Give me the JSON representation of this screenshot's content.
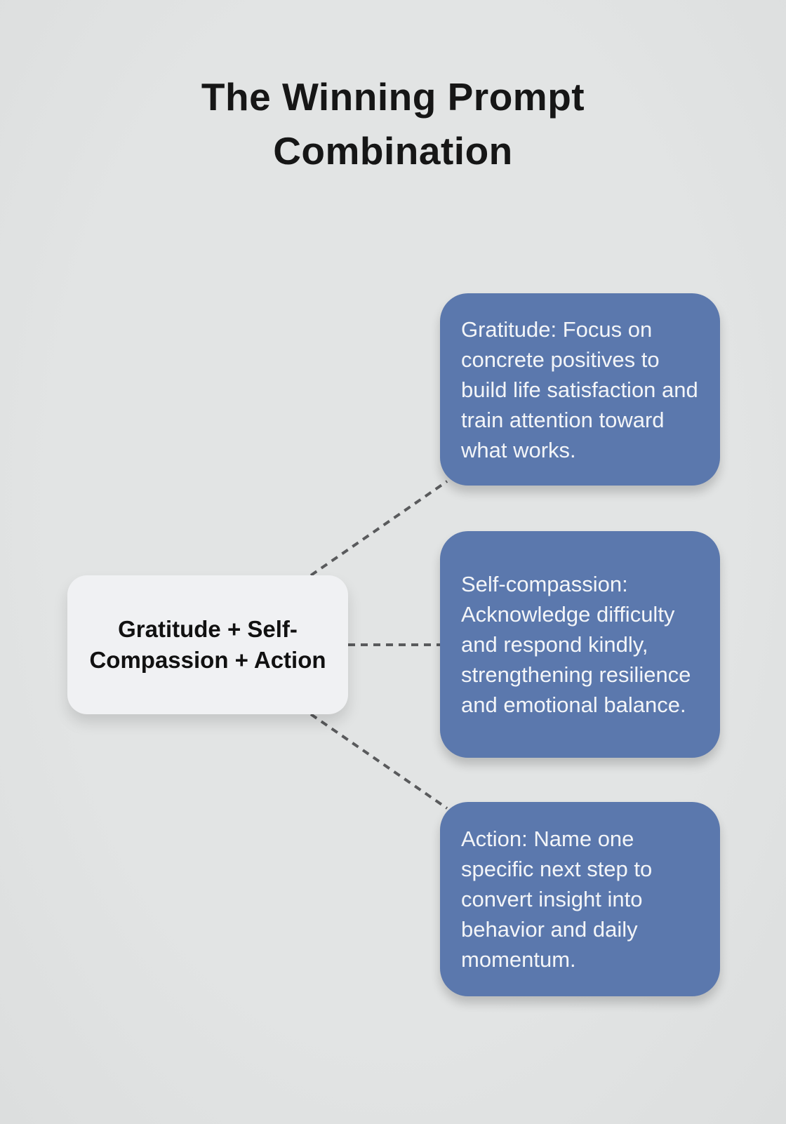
{
  "title": "The Winning Prompt Combination",
  "center_node": {
    "label": "Gratitude + Self-Compassion + Action"
  },
  "boxes": [
    {
      "id": "gratitude",
      "text": "Gratitude: Focus on concrete positives to build life satisfaction and train attention toward what works."
    },
    {
      "id": "self-compassion",
      "text": "Self-compassion: Acknowledge difficulty and respond kindly, strengthening resilience and emotional balance."
    },
    {
      "id": "action",
      "text": "Action: Name one specific next step to convert insight into behavior and daily momentum."
    }
  ],
  "connectors": [
    {
      "from": "center-node",
      "to": "gratitude-box",
      "style": "dashed"
    },
    {
      "from": "center-node",
      "to": "self-compassion-box",
      "style": "dashed"
    },
    {
      "from": "center-node",
      "to": "action-box",
      "style": "dashed"
    }
  ],
  "colors": {
    "background": "#e1e3e3",
    "branch_box_fill": "#5b78ad",
    "branch_box_text": "#f3f5f8",
    "center_node_fill": "#f0f1f3",
    "center_node_text": "#111111",
    "title_text": "#161616",
    "connector_stroke": "#595a5c"
  }
}
